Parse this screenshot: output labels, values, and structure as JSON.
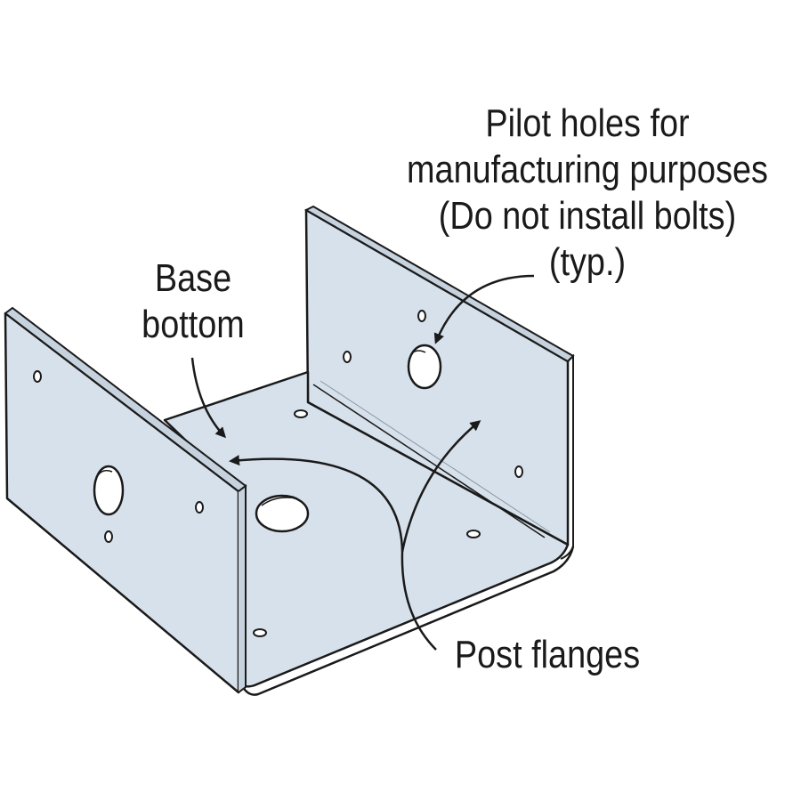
{
  "labels": {
    "pilot_holes": [
      "Pilot holes for",
      "manufacturing purposes",
      "(Do not install bolts)",
      "(typ.)"
    ],
    "base_bottom": [
      "Base",
      "bottom"
    ],
    "post_flanges": "Post flanges"
  },
  "colors": {
    "metal_fill": "#d7e1eb",
    "metal_edge_fill": "#c6d2de",
    "outline": "#1a1a1a",
    "background": "#ffffff",
    "text": "#1a1a1a"
  }
}
